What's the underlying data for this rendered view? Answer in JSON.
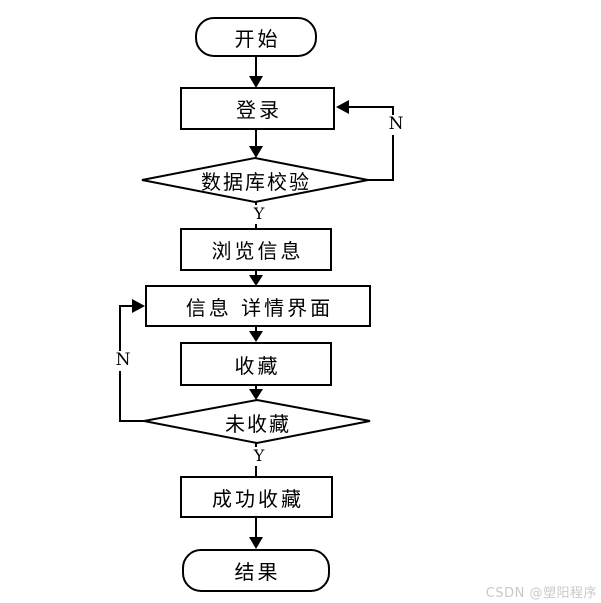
{
  "flowchart": {
    "nodes": {
      "start": {
        "label": "开始",
        "type": "terminator"
      },
      "login": {
        "label": "登录",
        "type": "process"
      },
      "db_check": {
        "label": "数据库校验",
        "type": "decision"
      },
      "browse_info": {
        "label": "浏览信息",
        "type": "process"
      },
      "detail_page": {
        "label": "信息 详情界面",
        "type": "process"
      },
      "favorite": {
        "label": "收藏",
        "type": "process"
      },
      "not_favorited": {
        "label": "未收藏",
        "type": "decision"
      },
      "favorite_success": {
        "label": "成功收藏",
        "type": "process"
      },
      "result": {
        "label": "结果",
        "type": "terminator"
      }
    },
    "edge_labels": {
      "db_check_yes": "Y",
      "db_check_no": "N",
      "not_favorited_yes": "Y",
      "not_favorited_no": "N"
    }
  },
  "watermark": {
    "text": "CSDN @塑阳程序"
  },
  "colors": {
    "line": "#000000",
    "background": "#ffffff",
    "watermark": "#c9c9c9"
  }
}
